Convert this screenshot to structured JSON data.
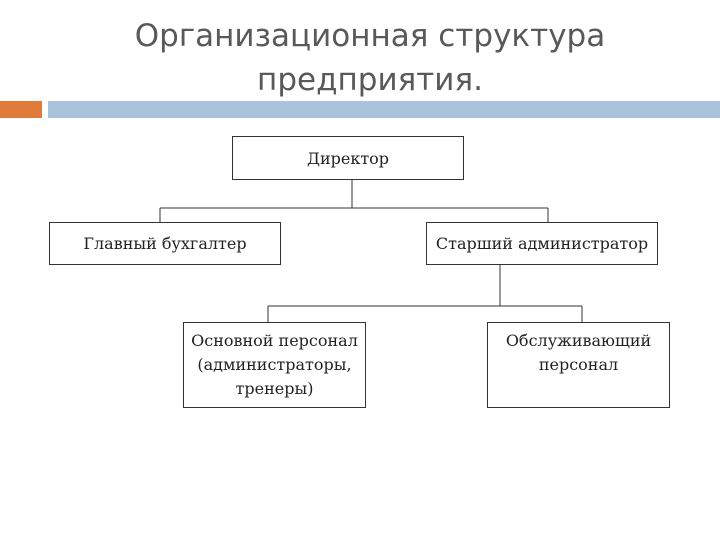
{
  "title": {
    "line1": "Организационная структура",
    "line2": "предприятия."
  },
  "colors": {
    "title_text": "#595959",
    "accent_orange": "#e07b39",
    "accent_blue": "#a8c3db",
    "box_border": "#333333"
  },
  "nodes": {
    "director": "Директор",
    "chief_accountant": "Главный бухгалтер",
    "senior_administrator": "Старший администратор",
    "main_staff": "Основной персонал\n(администраторы,\nтренеры)",
    "service_staff": "Обслуживающий\nперсонал"
  }
}
